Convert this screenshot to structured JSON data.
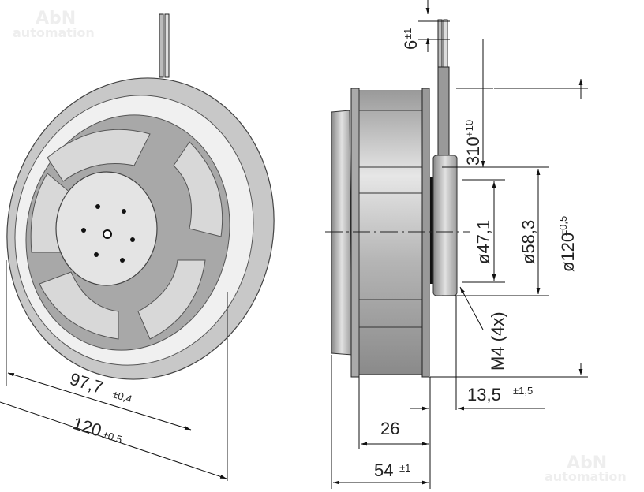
{
  "watermark": {
    "brand": "AbN",
    "sub": "automation"
  },
  "front_view": {
    "dim_inner": {
      "value": "97,7",
      "tolerance": "±0,4"
    },
    "dim_outer": {
      "value": "120",
      "tolerance": "±0,5"
    }
  },
  "side_view": {
    "cable_strip": {
      "value": "6",
      "tolerance": "±1"
    },
    "cable_length": {
      "value": "310",
      "tolerance": "+10"
    },
    "d_bolt_circle": {
      "value": "ø47,1"
    },
    "d_motor": {
      "value": "ø58,3"
    },
    "d_outer": {
      "value": "ø120",
      "tolerance": "±0,5"
    },
    "thread": {
      "value": "M4 (4x)"
    },
    "motor_depth": {
      "value": "13,5",
      "tolerance": "±1,5"
    },
    "depth_26": {
      "value": "26"
    },
    "total_depth": {
      "value": "54",
      "tolerance": "±1"
    }
  }
}
